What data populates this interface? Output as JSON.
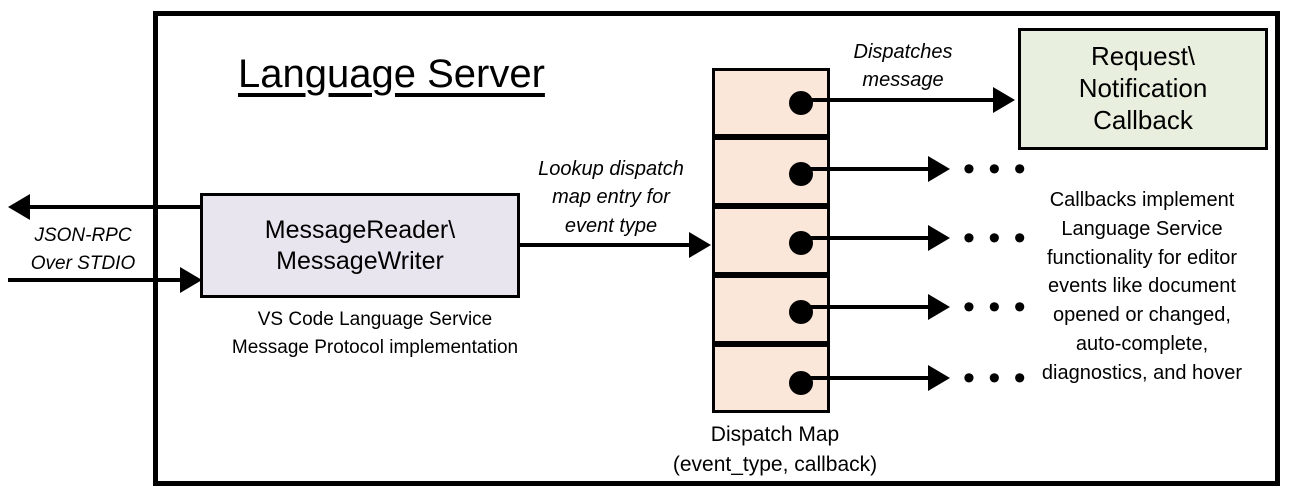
{
  "diagram": {
    "title": "Language Server",
    "outer_frame_label": "Language Server"
  },
  "external_io": {
    "label": "JSON-RPC\nOver STDIO",
    "outgoing_arrow": "arrow-left",
    "incoming_arrow": "arrow-right"
  },
  "message_io": {
    "box_label": "MessageReader\\\nMessageWriter",
    "caption": "VS Code Language Service\nMessage Protocol implementation",
    "fill_color": "#E9E5EF"
  },
  "lookup_edge": {
    "label": "Lookup dispatch\nmap entry for\nevent type"
  },
  "dispatch_map": {
    "caption": "Dispatch Map\n(event_type, callback)",
    "fill_color": "#FBE7DA",
    "row_count": 5,
    "rows": [
      {
        "index": 0,
        "has_dot": true,
        "outbound": "callback-box"
      },
      {
        "index": 1,
        "has_dot": true,
        "outbound": "ellipsis"
      },
      {
        "index": 2,
        "has_dot": true,
        "outbound": "ellipsis"
      },
      {
        "index": 3,
        "has_dot": true,
        "outbound": "ellipsis"
      },
      {
        "index": 4,
        "has_dot": true,
        "outbound": "ellipsis"
      }
    ],
    "ellipsis": "• • •"
  },
  "dispatch_edge": {
    "label": "Dispatches\nmessage"
  },
  "callback": {
    "box_label": "Request\\\nNotification\nCallback",
    "caption": "Callbacks implement\nLanguage Service\nfunctionality for editor\nevents like document\nopened or changed,\nauto-complete,\ndiagnostics, and hover",
    "fill_color": "#E8EFDE"
  }
}
